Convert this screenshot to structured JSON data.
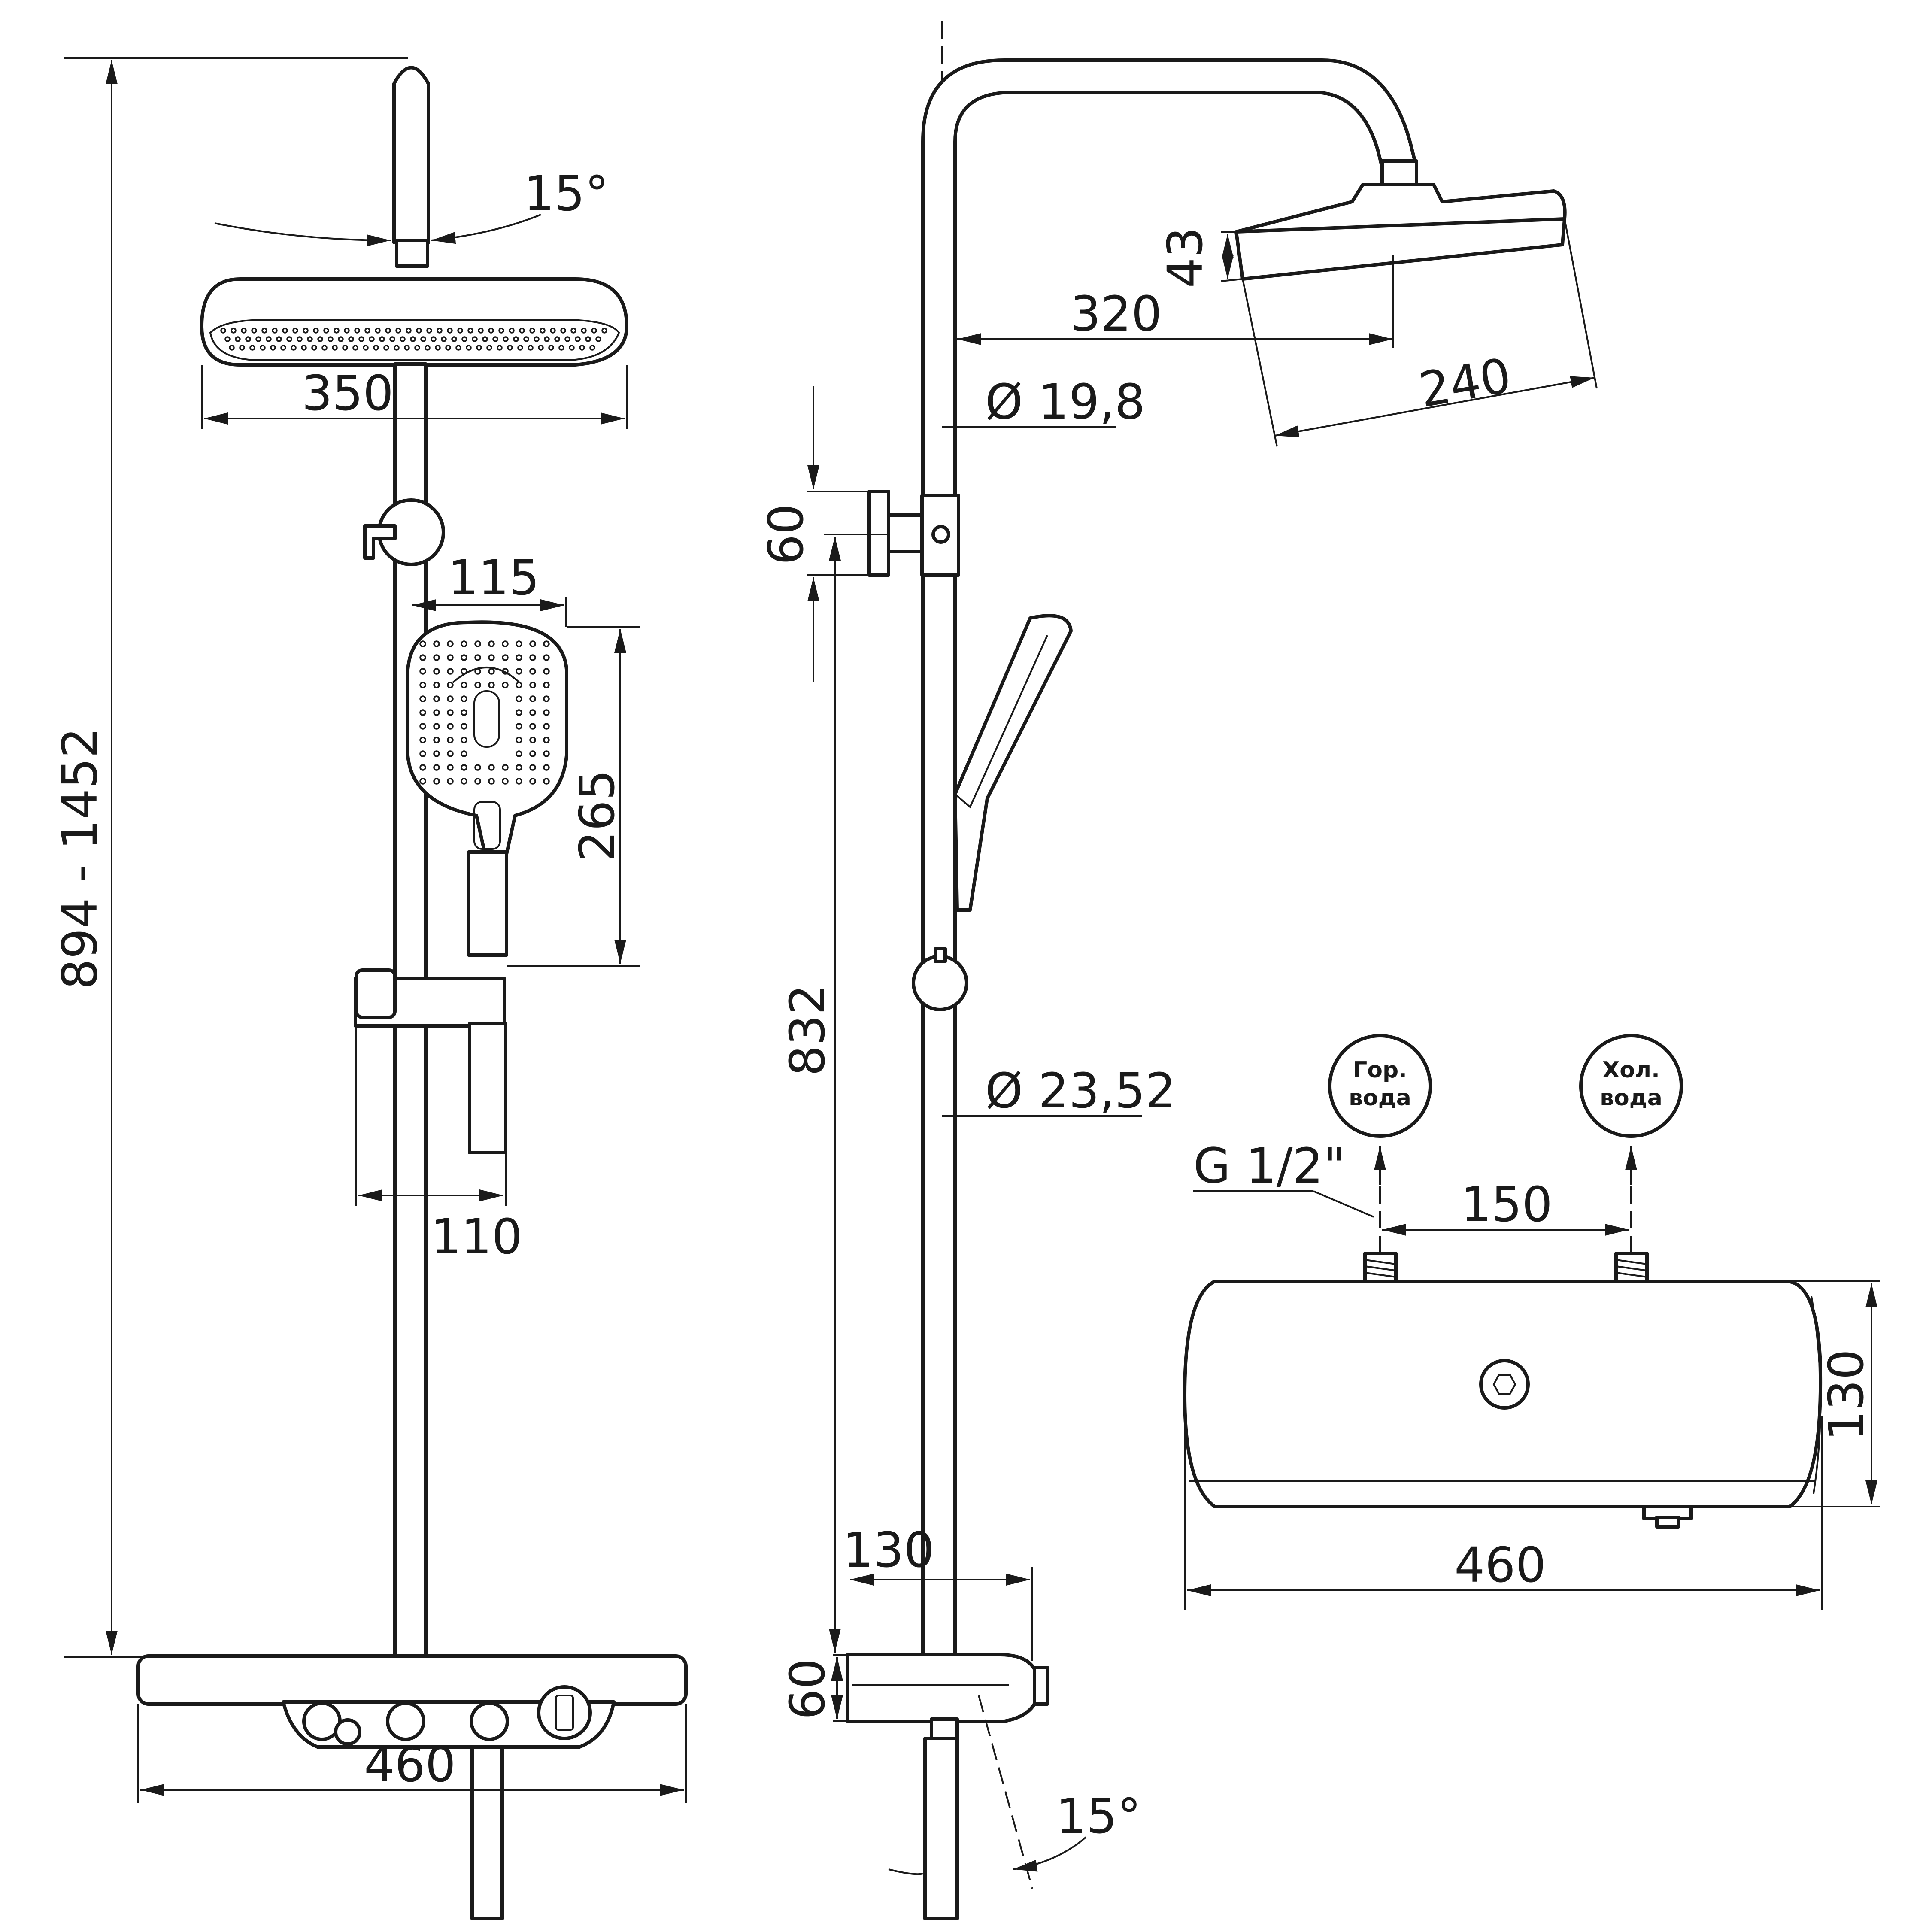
{
  "front_view": {
    "total_height_range": "894 - 1452",
    "angle": "15°",
    "head_width": "350",
    "hand_shower_width": "115",
    "hand_shower_length": "265",
    "holder_width": "110",
    "base_width": "460"
  },
  "side_view": {
    "pipe_diameter_top": "Ø 19,8",
    "pipe_diameter_bottom": "Ø 23,52",
    "head_reach": "320",
    "head_thickness": "43",
    "head_depth": "240",
    "bracket_height": "60",
    "riser_length": "832",
    "mixer_depth": "130",
    "mixer_height": "60",
    "angle": "15°"
  },
  "top_view": {
    "hot_water_line1": "Гор.",
    "hot_water_line2": "вода",
    "cold_water_line1": "Хол.",
    "cold_water_line2": "вода",
    "thread": "G 1/2\"",
    "inlet_spacing": "150",
    "height": "130",
    "width": "460"
  }
}
